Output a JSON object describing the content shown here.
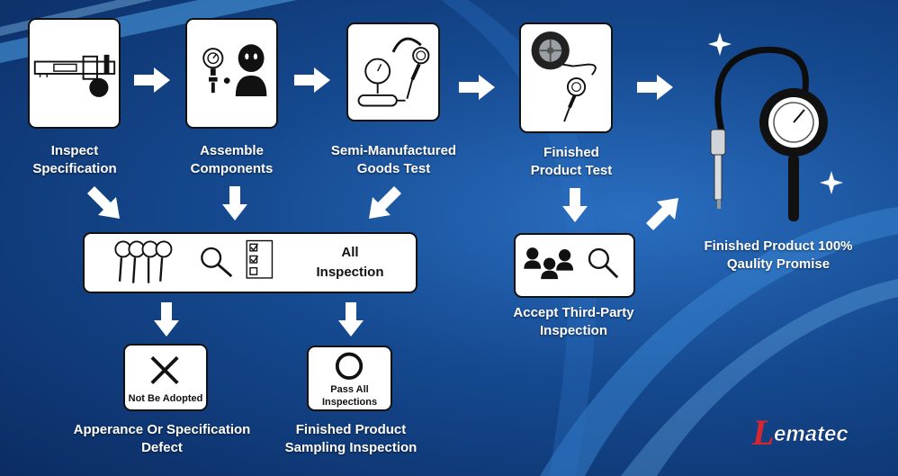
{
  "steps": {
    "inspect": "Inspect\nSpecification",
    "assemble": "Assemble\nComponents",
    "semi": "Semi-Manufactured\nGoods Test",
    "finished": "Finished\nProduct Test",
    "promise": "Finished Product 100%\nQaulity Promise",
    "third_party": "Accept Third-Party\nInspection",
    "defect": "Apperance Or Specification\nDefect",
    "sampling": "Finished Product\nSampling Inspection"
  },
  "all_inspection": "All\nInspection",
  "not_adopted": "Not Be Adopted",
  "pass_all": "Pass All\nInspections",
  "logo": {
    "initial": "L",
    "rest": "ematec"
  },
  "colors": {
    "accent_red": "#d8262e",
    "background": "#15498f"
  }
}
